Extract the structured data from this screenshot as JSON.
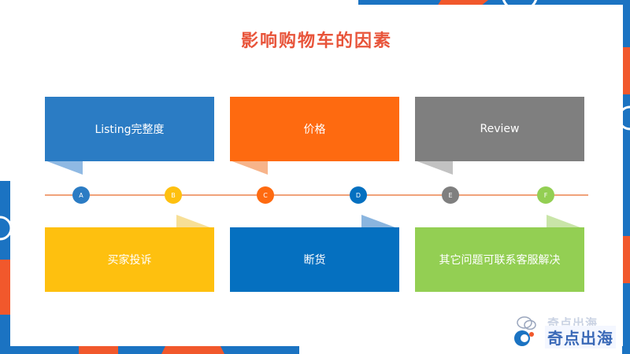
{
  "title": "影响购物车的因素",
  "cards": [
    {
      "label": "Listing完整度",
      "color": "#2b7cc4",
      "tail": "#8fb9e3"
    },
    {
      "label": "价格",
      "color": "#fe6a10",
      "tail": "#f7b48a"
    },
    {
      "label": "Review",
      "color": "#7f7f7f",
      "tail": "#c2c2c2"
    },
    {
      "label": "买家投诉",
      "color": "#fec00f",
      "tail": "#f7df96"
    },
    {
      "label": "断货",
      "color": "#0570c0",
      "tail": "#8ab5df"
    },
    {
      "label": "其它问题可联系客服解决",
      "color": "#93cf53",
      "tail": "#c9e5a8"
    }
  ],
  "nodes": [
    {
      "letter": "A",
      "color": "#2b7cc4"
    },
    {
      "letter": "B",
      "color": "#fec00f"
    },
    {
      "letter": "C",
      "color": "#fe6a10"
    },
    {
      "letter": "D",
      "color": "#0570c0"
    },
    {
      "letter": "E",
      "color": "#7f7f7f"
    },
    {
      "letter": "F",
      "color": "#93cf53"
    }
  ],
  "watermark": {
    "wechat_text": "奇点出海",
    "brand_text": "奇点出海",
    "icon": "wechat-icon"
  },
  "colors": {
    "title": "#e8543a",
    "timeline": "#f0a27a",
    "decor_blue": "#1b73c2",
    "decor_orange": "#f1582c"
  }
}
